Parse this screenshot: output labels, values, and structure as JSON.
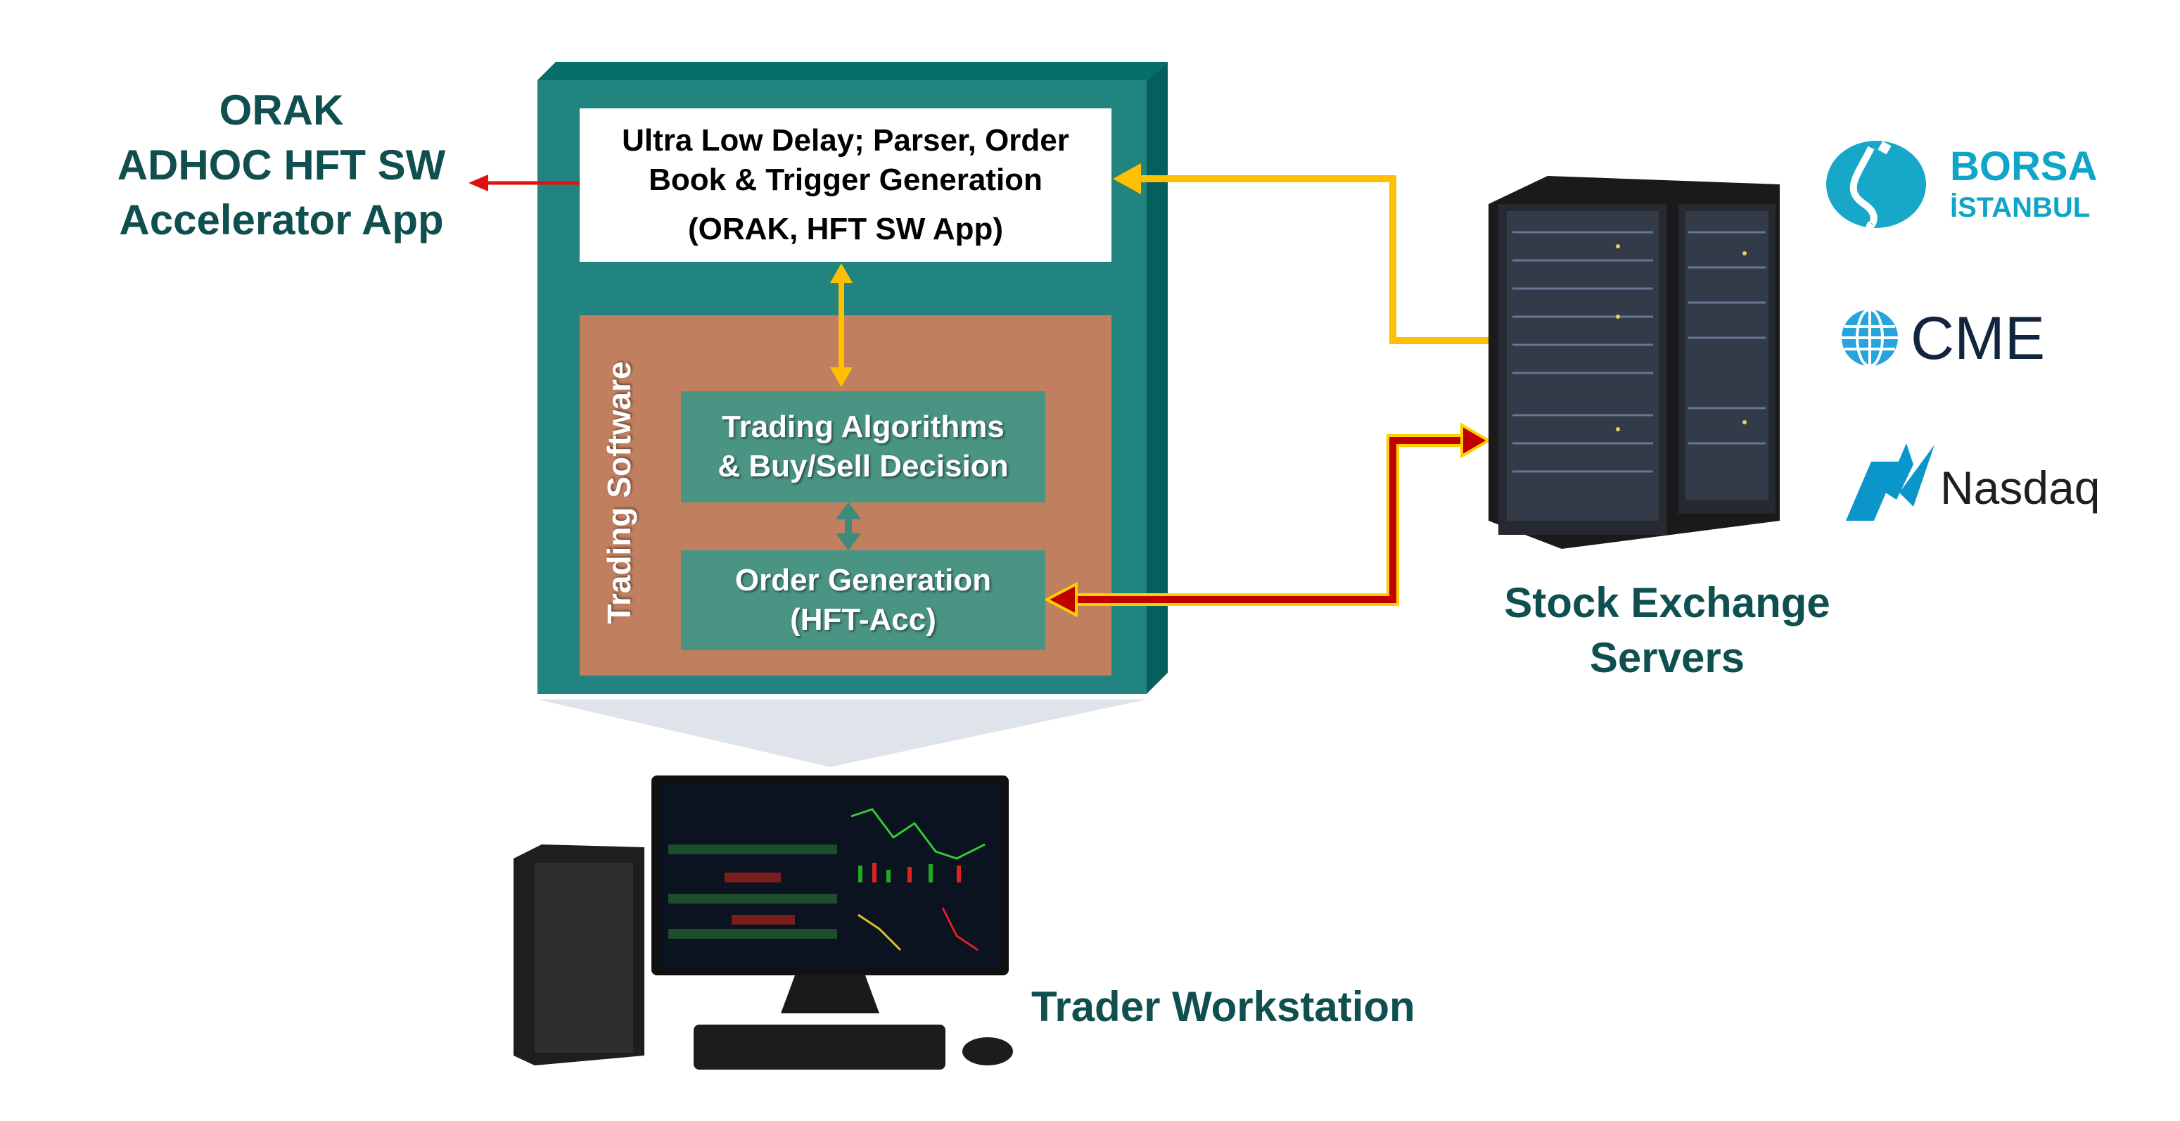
{
  "orak_title": {
    "line1": "ORAK",
    "line2": "ADHOC HFT SW",
    "line3": "Accelerator App"
  },
  "parser_box": {
    "line1": "Ultra Low Delay; Parser, Order",
    "line2": "Book & Trigger Generation",
    "line3": "(ORAK, HFT SW App)"
  },
  "trading_software_label": "Trading Software",
  "algo_box": {
    "line1": "Trading Algorithms",
    "line2": "& Buy/Sell Decision"
  },
  "order_box": {
    "line1": "Order Generation",
    "line2": "(HFT-Acc)"
  },
  "servers_label": {
    "line1": "Stock Exchange",
    "line2": "Servers"
  },
  "workstation_label": "Trader Workstation",
  "logos": {
    "borsa": {
      "line1": "BORSA",
      "line2": "İSTANBUL"
    },
    "cme": "CME",
    "nasdaq": "Nasdaq"
  },
  "colors": {
    "teal": "#22847f",
    "brown": "#c07f5f",
    "green": "#4a9483",
    "yellow": "#ffc000",
    "red": "#c00000",
    "title": "#0f4f4f"
  }
}
